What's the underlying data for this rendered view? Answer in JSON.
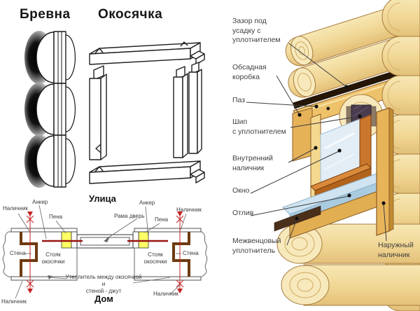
{
  "palette": {
    "wood_light": "#f7e9bc",
    "wood_mid": "#f0d694",
    "wood_gold": "#edc26a",
    "wood_deep": "#e2ae52",
    "wood_outline": "#a87c3e",
    "frame_orange_top": "#d98a3a",
    "frame_orange_front": "#b2631c",
    "glass_blue": "#e2edf6",
    "sill_blue_top": "#cfe3f1",
    "sill_blue_front": "#a9cbe0",
    "seal_dark": "#241507",
    "tenon_dark": "#4a3b4e",
    "joint_brown": "#6e3a10",
    "foam_yellow": "#ffff66",
    "anchor_red": "#991212",
    "nail_red": "#c42222",
    "line_gray": "#666666",
    "text_dark": "#3a3a3a"
  },
  "top_left": {
    "logs_title": "Бревна",
    "casing_title": "Окосячка"
  },
  "plan_view": {
    "street": "Улица",
    "house": "Дом",
    "nalichnik_top_left": "Наличник",
    "nalichnik_top_right": "Наличник",
    "nalichnik_bottom_left": "Наличник",
    "nalichnik_bottom_right": "Наличник",
    "anker_left": "Анкер",
    "anker_right": "Анкер",
    "pena_left": "Пена",
    "pena_right": "Пена",
    "rama": "Рама дверь",
    "stena_left": "Стена",
    "stena_right": "Стена",
    "stoyak_left": "Стояк\nокосячки",
    "stoyak_right": "Стояк\nокосячки",
    "insulation": "Утеплитель между окосячкой и\nстеной - джут"
  },
  "detail_view": {
    "zazor": "Зазор под\nусадку с\nуплотнителем",
    "korobka": "Обсадная\nкоробка",
    "paz": "Паз",
    "ship": "Шип\nс уплотнителем",
    "vnutr": "Внутренний\nналичник",
    "okno": "Окно",
    "otliv": "Отлив",
    "mezh": "Межвенцовый\nуплотнитель",
    "naruzh": "Наружный\nналичник"
  }
}
